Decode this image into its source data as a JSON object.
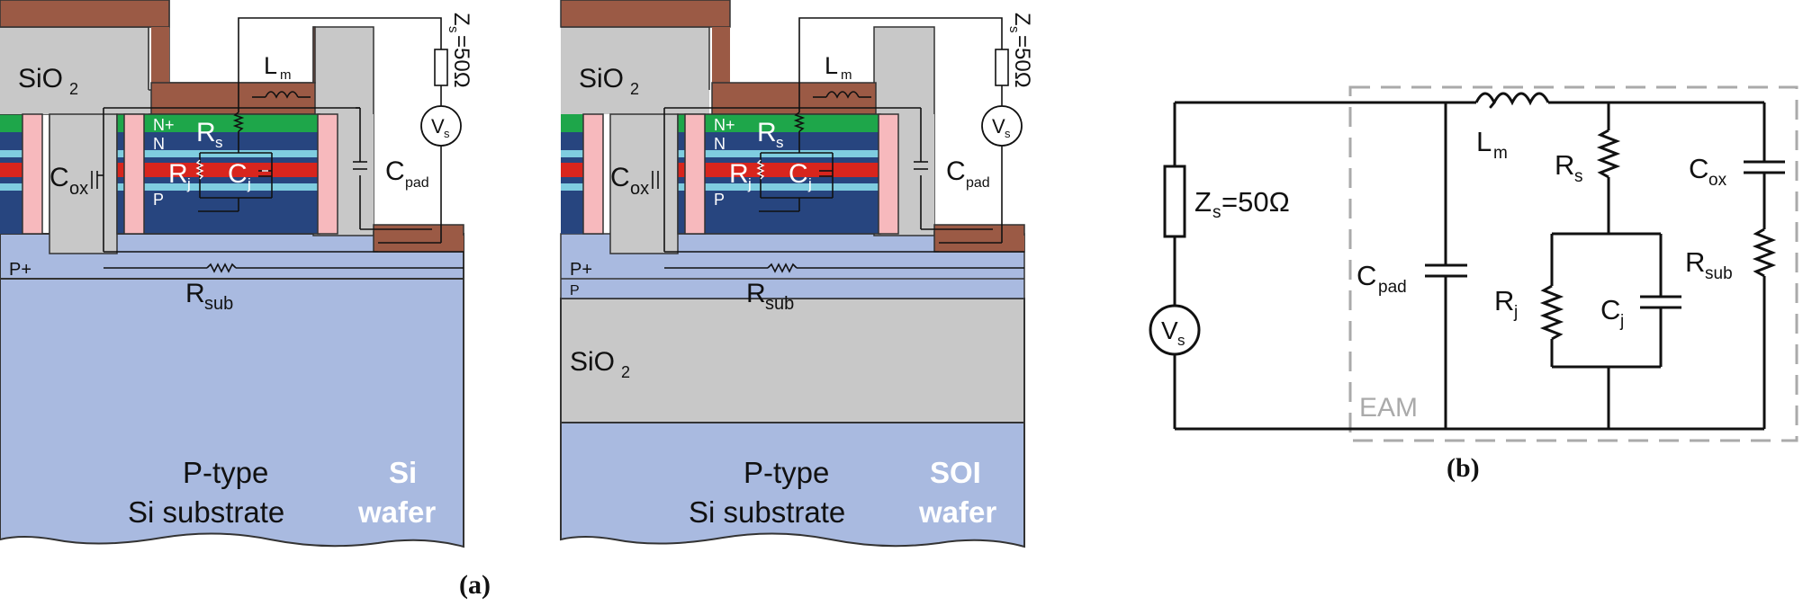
{
  "panel_a": {
    "caption": "(a)",
    "left": {
      "oxide_label": "SiO",
      "oxide_sub": "2",
      "n_plus": "N+",
      "n_label": "N",
      "p_label": "P",
      "p_plus": "P+",
      "Lm": "L",
      "Lm_sub": "m",
      "Rs": "R",
      "Rs_sub": "s",
      "Rj": "R",
      "Rj_sub": "j",
      "Cj": "C",
      "Cj_sub": "j",
      "Cox": "C",
      "Cox_sub": "ox",
      "Cpad": "C",
      "Cpad_sub": "pad",
      "Rsub": "R",
      "Rsub_sub": "sub",
      "Zs_text": "Z",
      "Zs_sub": "s",
      "Zs_val": "=50Ω",
      "Vs": "V",
      "Vs_sub": "s",
      "substrate_line1": "P-type",
      "substrate_line2": "Si substrate",
      "wafer_line1": "Si",
      "wafer_line2": "wafer"
    },
    "right": {
      "oxide_label": "SiO",
      "oxide_sub": "2",
      "box_label": "SiO",
      "box_sub": "2",
      "n_plus": "N+",
      "n_label": "N",
      "p_label": "P",
      "p_plus": "P+",
      "p_thin": "P",
      "Lm": "L",
      "Lm_sub": "m",
      "Rs": "R",
      "Rs_sub": "s",
      "Rj": "R",
      "Rj_sub": "j",
      "Cj": "C",
      "Cj_sub": "j",
      "Cox": "C",
      "Cox_sub": "ox",
      "Cpad": "C",
      "Cpad_sub": "pad",
      "Rsub": "R",
      "Rsub_sub": "sub",
      "Zs_text": "Z",
      "Zs_sub": "s",
      "Zs_val": "=50Ω",
      "Vs": "V",
      "Vs_sub": "s",
      "substrate_line1": "P-type",
      "substrate_line2": "Si substrate",
      "wafer_line1": "SOI",
      "wafer_line2": "wafer"
    }
  },
  "panel_b": {
    "caption": "(b)",
    "Zs": "Z",
    "Zs_sub": "s",
    "Zs_val": "=50Ω",
    "Vs": "V",
    "Vs_sub": "s",
    "Cpad": "C",
    "Cpad_sub": "pad",
    "Lm": "L",
    "Lm_sub": "m",
    "Rs": "R",
    "Rs_sub": "s",
    "Rj": "R",
    "Rj_sub": "j",
    "Cj": "C",
    "Cj_sub": "j",
    "Cox": "C",
    "Cox_sub": "ox",
    "Rsub": "R",
    "Rsub_sub": "sub",
    "eam": "EAM"
  },
  "colors": {
    "metal": "#9b5a45",
    "oxide": "#c8c8c8",
    "substrate": "#a9bae0",
    "n_plus": "#1ea64a",
    "n_region": "#27457f",
    "quantum": "#7fcde0",
    "red_layer": "#d8251d",
    "spacer": "#f7b9bd",
    "eam_box": "#aaaaaa"
  }
}
